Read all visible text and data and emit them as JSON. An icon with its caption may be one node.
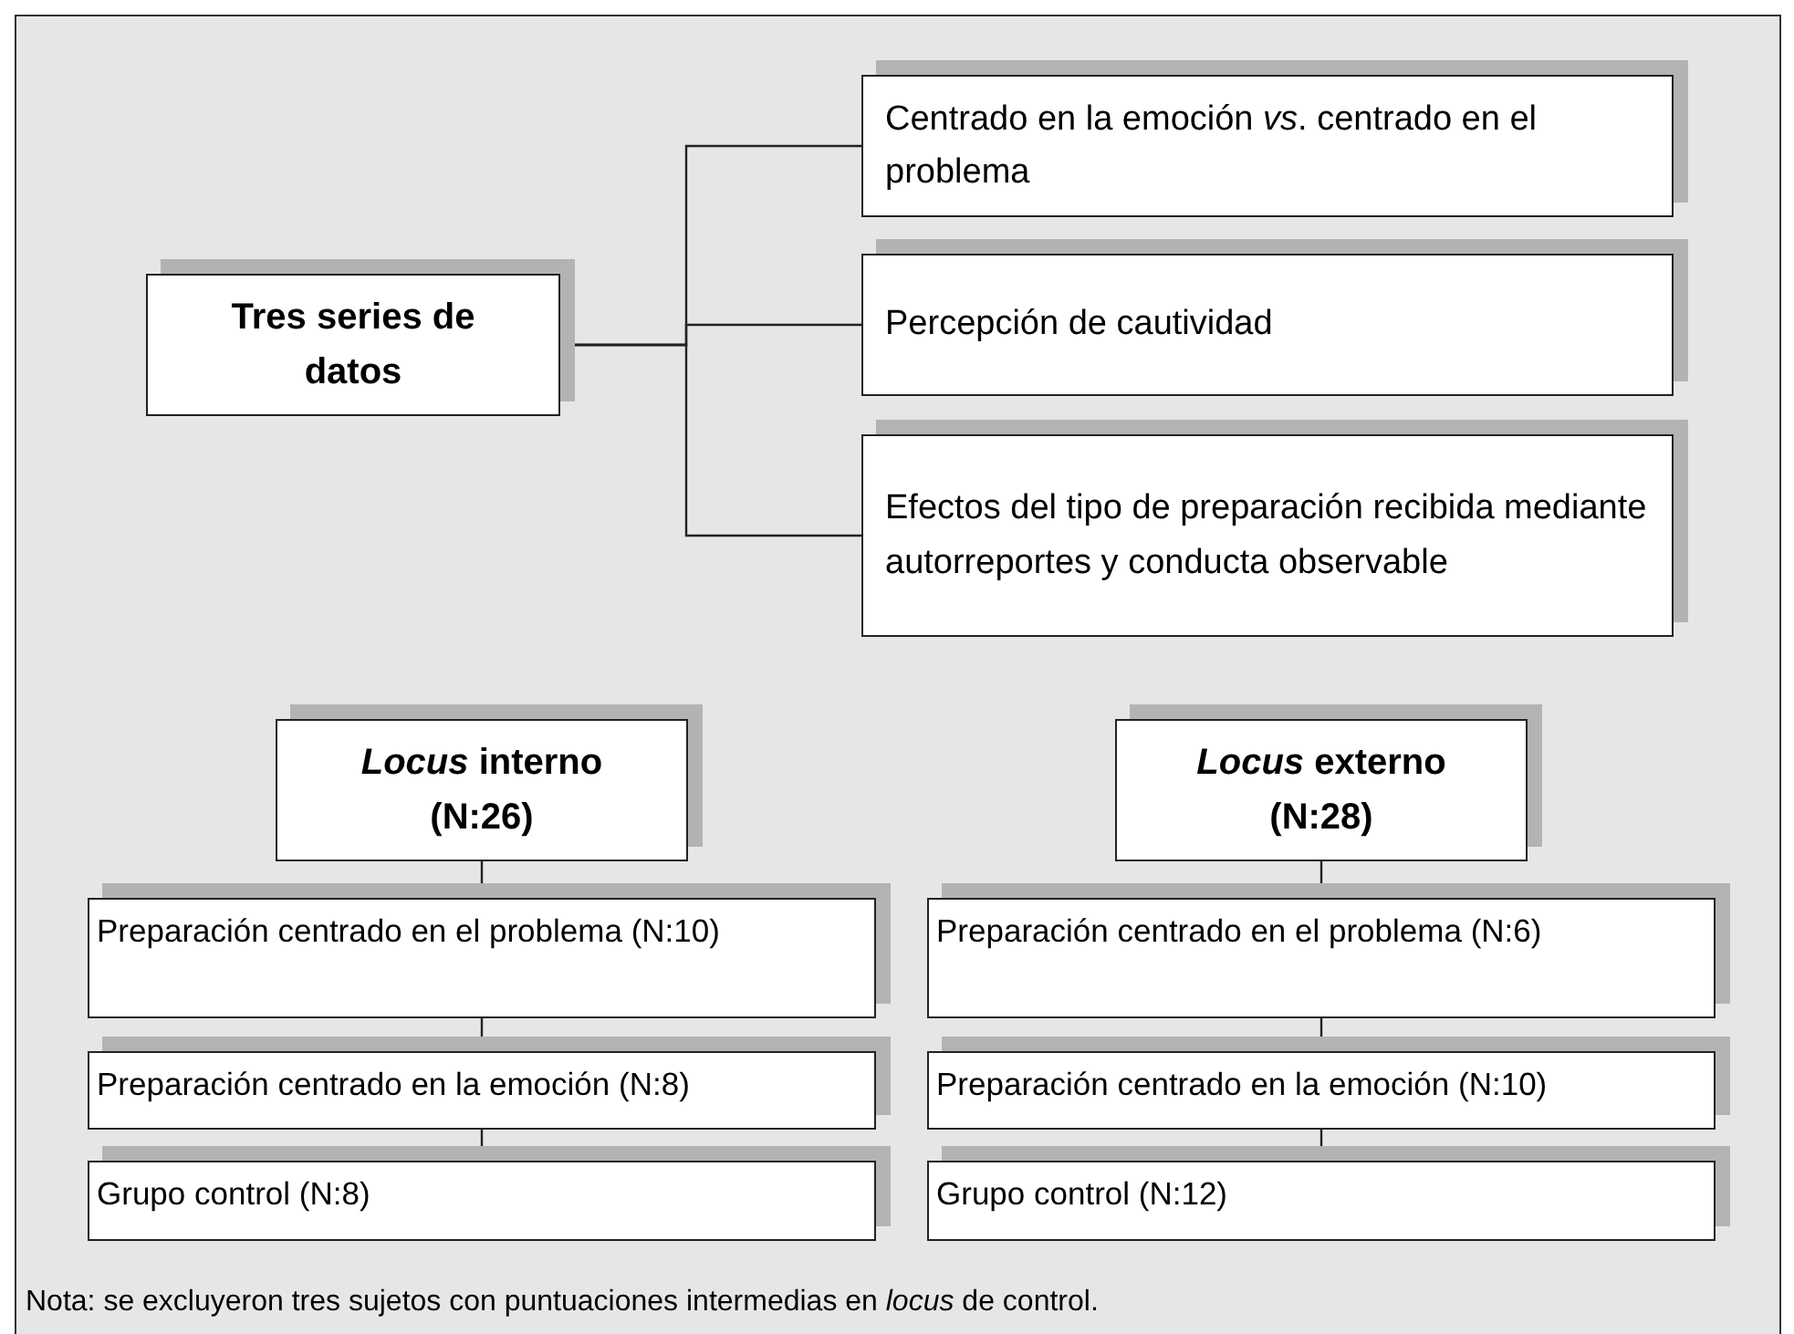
{
  "diagram": {
    "nodes": [
      {
        "text": [
          "Tres series de datos"
        ]
      },
      {
        "text": [
          "Centrado en la emoción *vs*. centrado en el problema"
        ]
      },
      {
        "text": [
          "Percepción de cautividad"
        ]
      },
      {
        "text": [
          "Efectos del tipo de preparación recibida mediante autorreportes y conducta observable"
        ]
      },
      {
        "text": [
          "*Locus* interno (N:26)"
        ]
      },
      {
        "text": [
          "Preparación centrado en el problema (N:10)"
        ]
      },
      {
        "text": [
          "Preparación centrado en la emoción (N:8)"
        ]
      },
      {
        "text": [
          "Grupo control (N:8)"
        ]
      },
      {
        "text": [
          "*Locus* externo (N:28)"
        ]
      },
      {
        "text": [
          "Preparación centrado en el problema (N:6)"
        ]
      },
      {
        "text": [
          "Preparación centrado en la emoción (N:10)"
        ]
      },
      {
        "text": [
          "Grupo control (N:12)"
        ]
      }
    ],
    "edges": [
      {
        "from": 0,
        "to": 1,
        "arrow": "none"
      },
      {
        "from": 0,
        "to": 2,
        "arrow": "none"
      },
      {
        "from": 0,
        "to": 3,
        "arrow": "none"
      },
      {
        "from": 4,
        "to": 5,
        "arrow": "none"
      },
      {
        "from": 5,
        "to": 6,
        "arrow": "none"
      },
      {
        "from": 6,
        "to": 7,
        "arrow": "none"
      },
      {
        "from": 8,
        "to": 9,
        "arrow": "none"
      },
      {
        "from": 9,
        "to": 10,
        "arrow": "none"
      },
      {
        "from": 10,
        "to": 11,
        "arrow": "none"
      }
    ],
    "labels": [
      "Nota: se excluyeron tres sujetos con puntuaciones intermedias en *locus* de control."
    ]
  }
}
